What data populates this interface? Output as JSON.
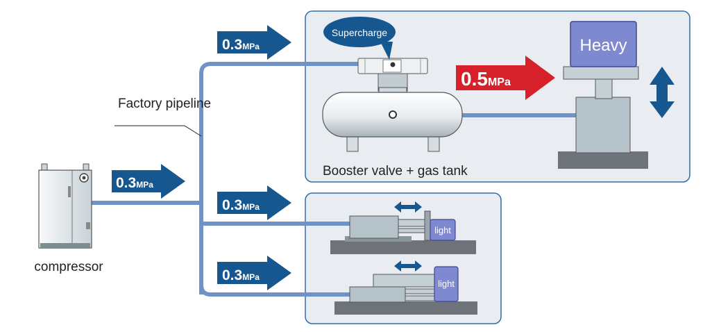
{
  "labels": {
    "factory_pipeline": "Factory pipeline",
    "compressor": "compressor",
    "booster": "Booster valve + gas tank",
    "supercharge": "Supercharge",
    "heavy": "Heavy",
    "light_1": "light",
    "light_2": "light"
  },
  "pressures": {
    "low_value": "0.3",
    "high_value": "0.5",
    "unit": "MPa"
  },
  "colors": {
    "pipe": "#6f93c6",
    "arrow_blue": "#16578f",
    "arrow_red": "#d6202a",
    "panel_bg": "#e9edf2",
    "panel_border": "#2f6fa8",
    "machine_gray": "#b5c2c9",
    "heavy_block": "#7f89cf"
  }
}
